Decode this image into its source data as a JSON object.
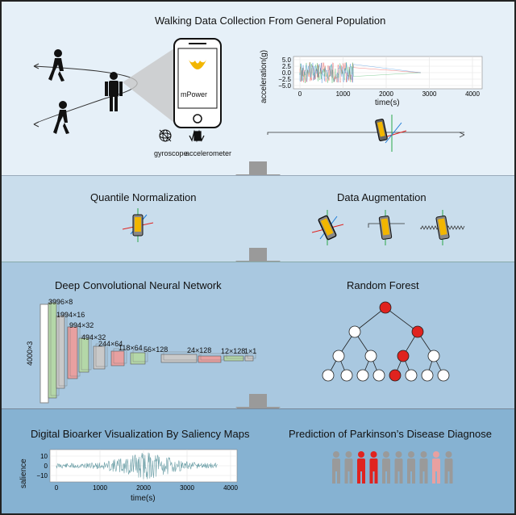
{
  "section1": {
    "title": "Walking Data Collection From General Population",
    "app_name": "mPower",
    "sensor1": "gyroscope",
    "sensor2": "accelerometer",
    "accel_chart": {
      "ylabel": "acceleration(g)",
      "xlabel": "time(s)",
      "yticks": [
        "5.0",
        "2.5",
        "0.0",
        "−2.5",
        "−5.0"
      ],
      "xticks": [
        "0",
        "1000",
        "2000",
        "3000",
        "4000"
      ]
    }
  },
  "section2": {
    "left_title": "Quantile Normalization",
    "right_title": "Data Augmentation"
  },
  "section3": {
    "left_title": "Deep Convolutional Neural Network",
    "right_title": "Random Forest",
    "input_label": "4000×3",
    "layers": [
      "3996×8",
      "1994×16",
      "994×32",
      "494×32",
      "244×64",
      "118×64",
      "56×128",
      "24×128",
      "12×128",
      "1×1"
    ]
  },
  "section4": {
    "left_title": "Digital Bioarker Visualization By Saliency Maps",
    "right_title": "Prediction of Parkinson’s Disease Diagnose",
    "saliency_chart": {
      "ylabel": "salience",
      "xlabel": "time(s)",
      "yticks": [
        "10",
        "0",
        "−10"
      ],
      "xticks": [
        "0",
        "1000",
        "2000",
        "3000",
        "4000"
      ]
    },
    "people_colors": [
      "#9a9a9a",
      "#9a9a9a",
      "#e0231f",
      "#e0231f",
      "#9a9a9a",
      "#9a9a9a",
      "#9a9a9a",
      "#9a9a9a",
      "#e8a0a0",
      "#9a9a9a"
    ]
  },
  "colors": {
    "red": "#e0231f",
    "gold": "#f2b600",
    "arrow": "#9a9a9a"
  }
}
